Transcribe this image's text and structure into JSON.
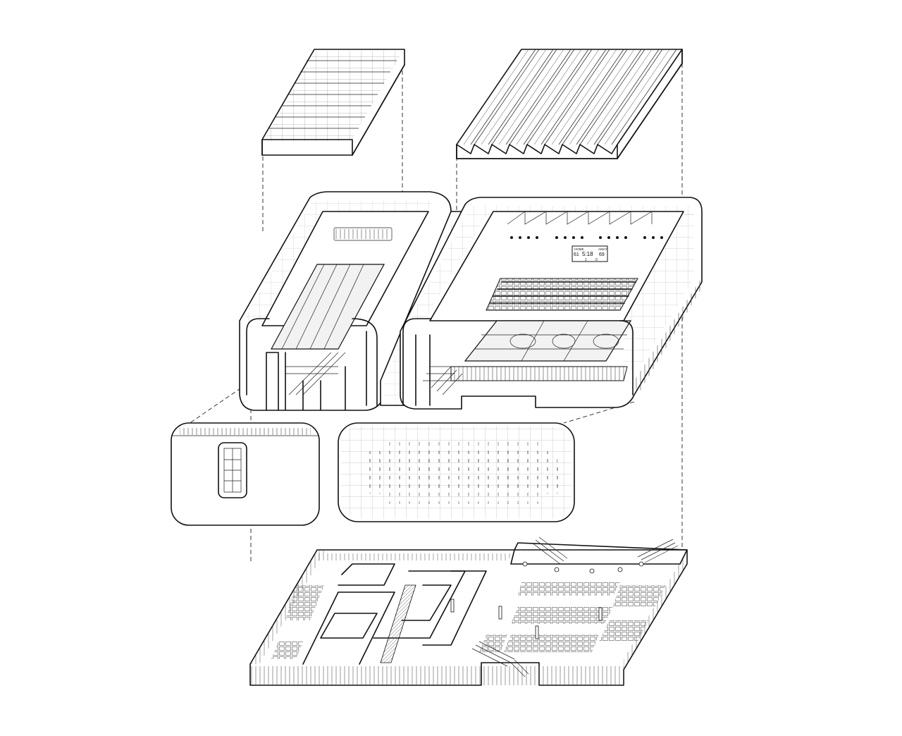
{
  "scoreboard": {
    "home_label": "HOME",
    "away_label": "AWAY",
    "home_score": "61",
    "clock": "5:18",
    "away_score": "69",
    "home_period": "1",
    "away_period": "0"
  }
}
